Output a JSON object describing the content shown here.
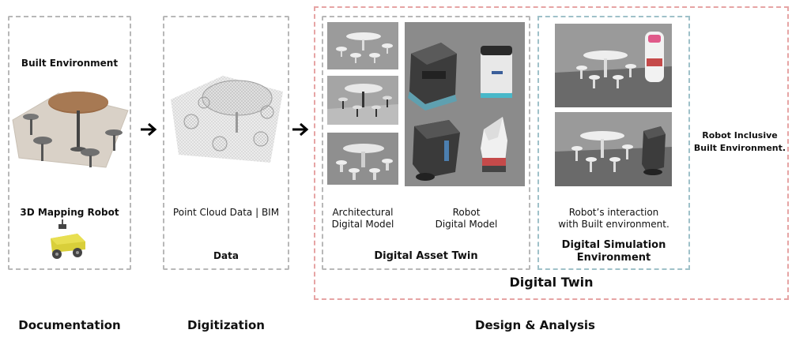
{
  "documentation": {
    "built_environment_label": "Built Environment",
    "robot_label": "3D Mapping Robot",
    "robot_image": "mapping-robot-icon",
    "environment_image": "table-stools-photo"
  },
  "digitization": {
    "point_cloud_label": "Point Cloud Data | BIM",
    "data_label": "Data",
    "point_cloud_image": "point-cloud-render"
  },
  "digital_asset_twin": {
    "architectural_label_line1": "Architectural",
    "architectural_label_line2": "Digital Model",
    "robot_label_line1": "Robot",
    "robot_label_line2": "Digital Model",
    "title": "Digital Asset Twin"
  },
  "digital_simulation": {
    "caption_line1": "Robot’s interaction",
    "caption_line2": "with Built environment.",
    "title_line1": "Digital Simulation",
    "title_line2": "Environment"
  },
  "robot_inclusive": {
    "line1": "Robot Inclusive",
    "line2": "Built Environment."
  },
  "digital_twin_label": "Digital Twin",
  "phases": {
    "documentation": "Documentation",
    "digitization": "Digitization",
    "design_analysis": "Design & Analysis"
  },
  "colors": {
    "gray_dash": "#b8b8b8",
    "red_dash": "#e6a4a4",
    "blue_dash": "#9fc1c9",
    "render_bg": "#8d8d8d"
  }
}
